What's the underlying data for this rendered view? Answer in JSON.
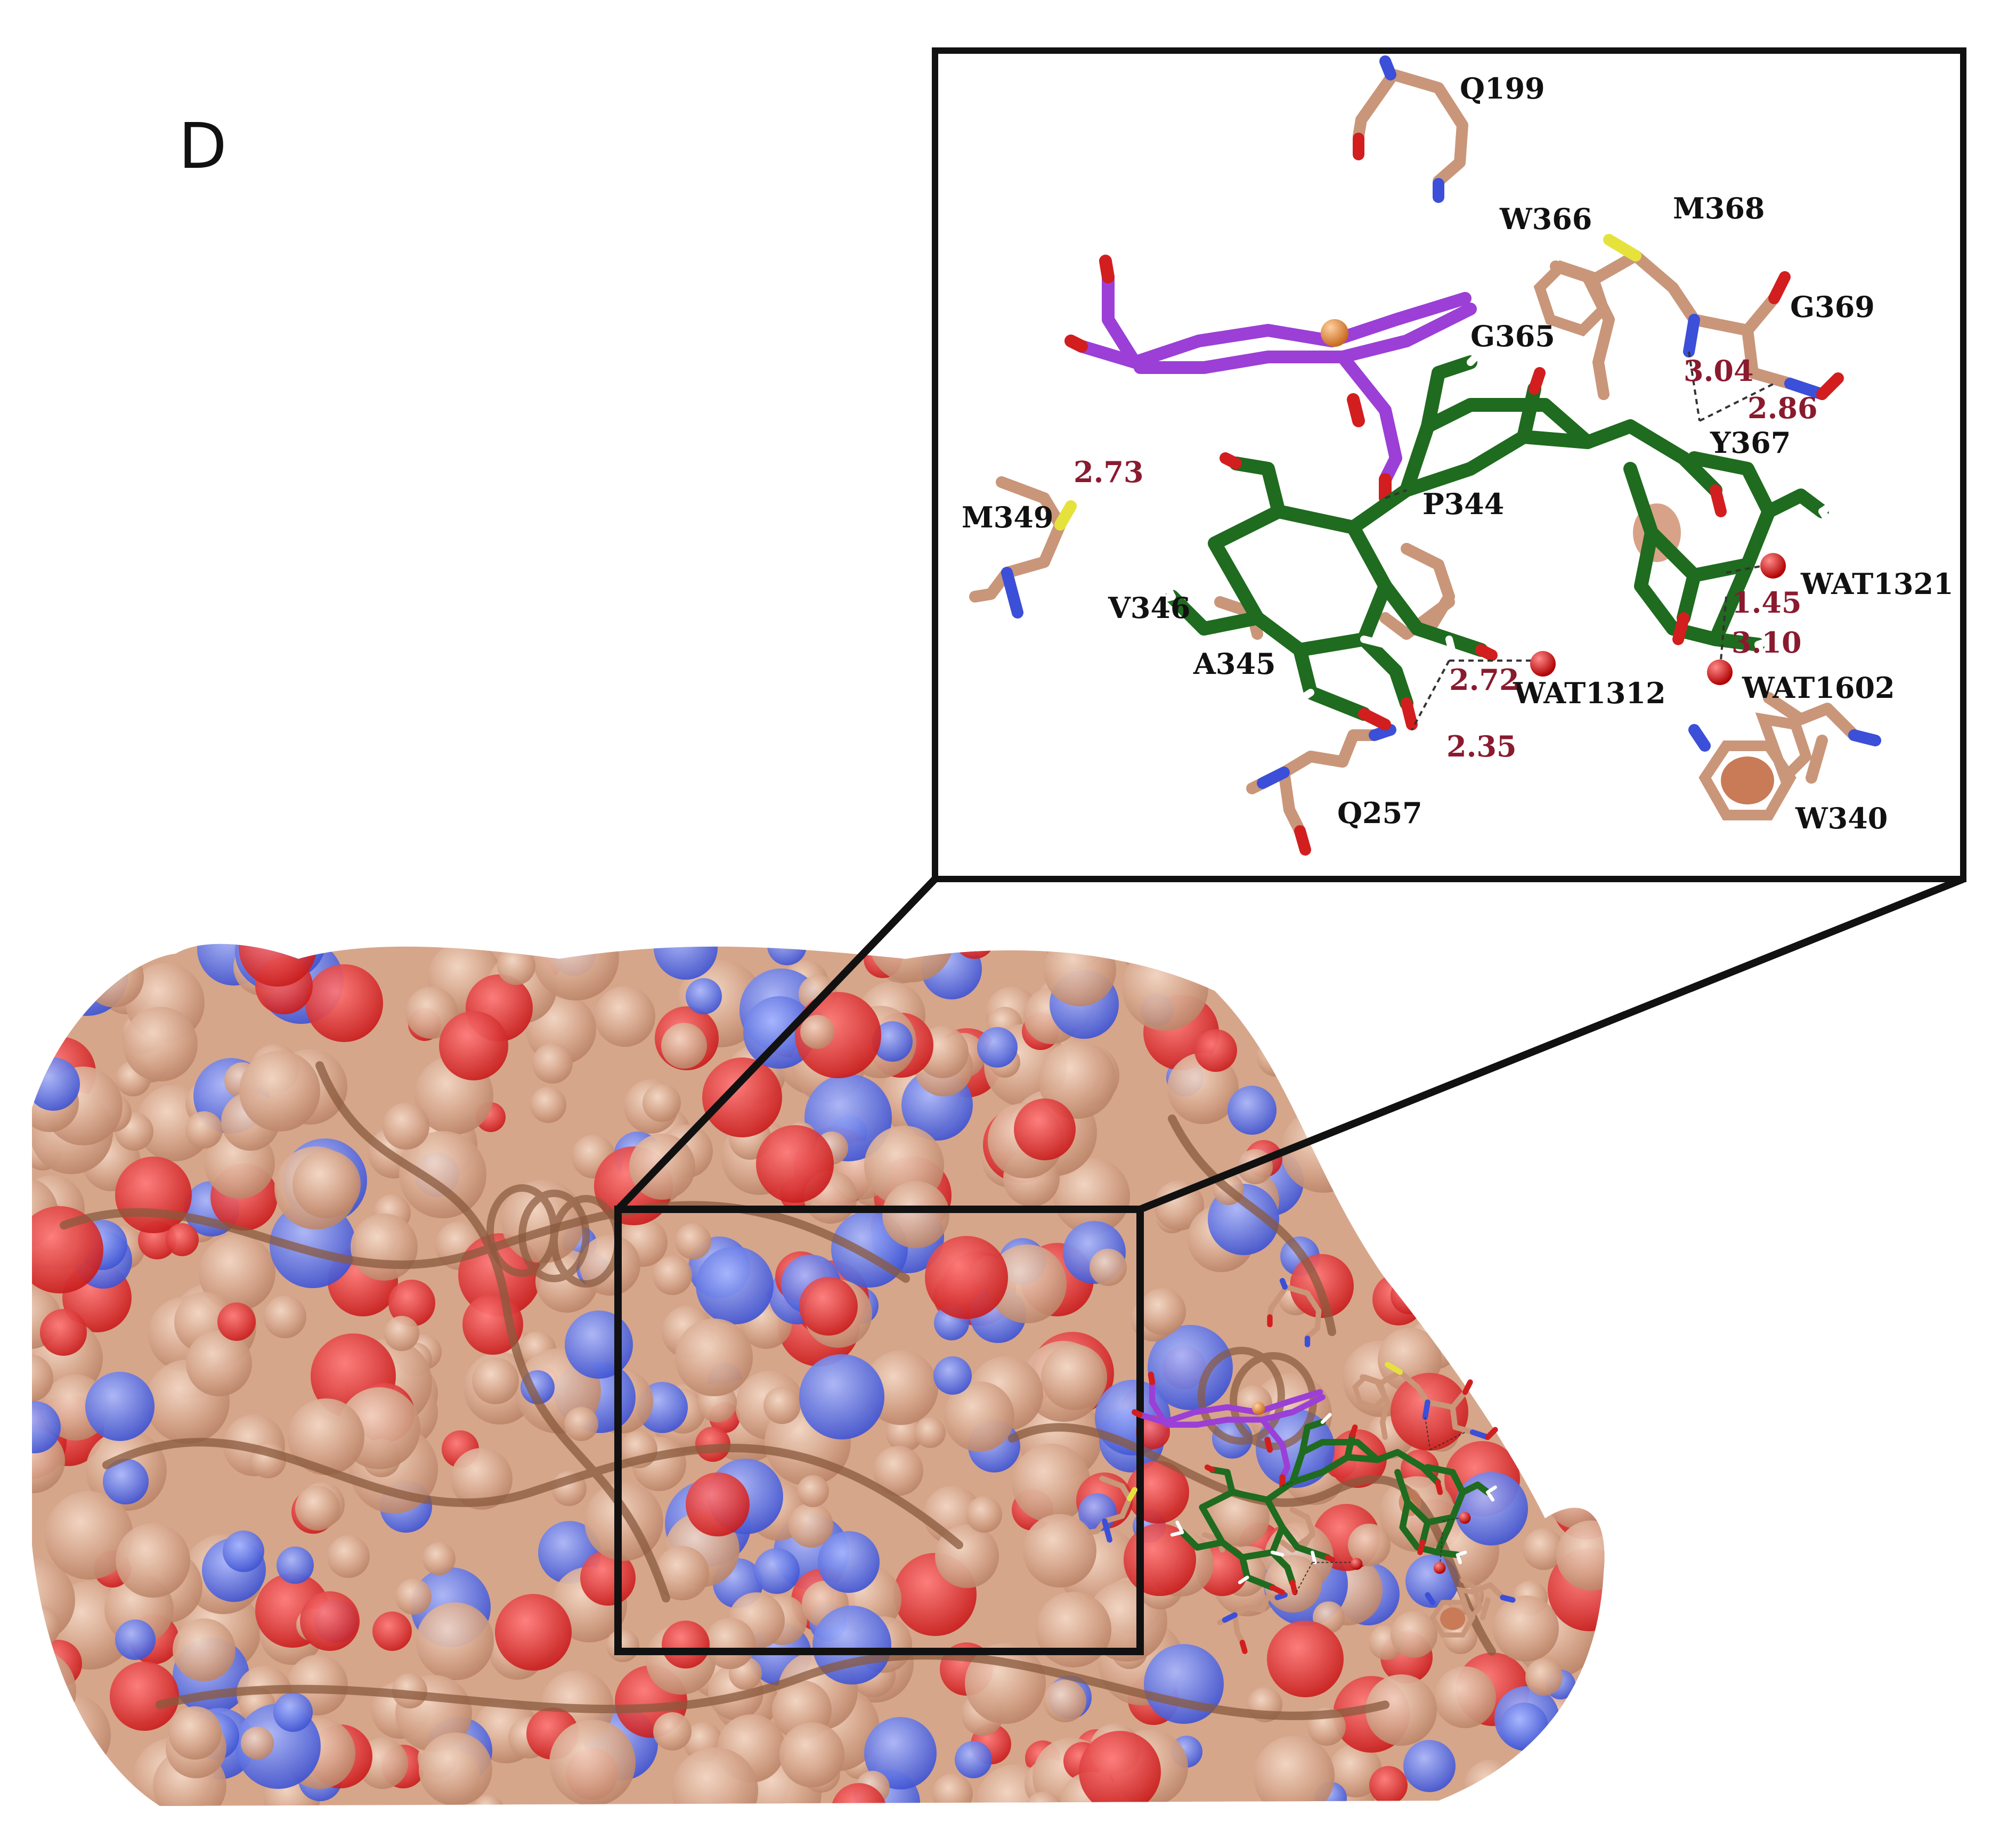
{
  "panel": {
    "label": "D"
  },
  "colors": {
    "ligand": "#1f6b1f",
    "heme": "#9b3fd6",
    "residue_carbon": "#c9967a",
    "nitrogen": "#3b4fd8",
    "oxygen": "#d21e1e",
    "sulfur": "#e6e23c",
    "water": "#cc1111",
    "distance_label": "#8a1a2e",
    "surface": "#d9ad95"
  },
  "residues": [
    {
      "id": "Q199",
      "label": "Q199"
    },
    {
      "id": "W366",
      "label": "W366"
    },
    {
      "id": "M368",
      "label": "M368"
    },
    {
      "id": "G369",
      "label": "G369"
    },
    {
      "id": "G365",
      "label": "G365"
    },
    {
      "id": "Y367",
      "label": "Y367"
    },
    {
      "id": "M349",
      "label": "M349"
    },
    {
      "id": "P344",
      "label": "P344"
    },
    {
      "id": "V346",
      "label": "V346"
    },
    {
      "id": "A345",
      "label": "A345"
    },
    {
      "id": "Q257",
      "label": "Q257"
    },
    {
      "id": "W340",
      "label": "W340"
    }
  ],
  "waters": [
    {
      "id": "WAT1321",
      "label": "WAT1321"
    },
    {
      "id": "WAT1602",
      "label": "WAT1602"
    },
    {
      "id": "WAT1312",
      "label": "WAT1312"
    }
  ],
  "distances": [
    {
      "id": "d1",
      "value": "3.04"
    },
    {
      "id": "d2",
      "value": "2.86"
    },
    {
      "id": "d3",
      "value": "2.73"
    },
    {
      "id": "d4",
      "value": "1.45"
    },
    {
      "id": "d5",
      "value": "3.10"
    },
    {
      "id": "d6",
      "value": "2.72"
    },
    {
      "id": "d7",
      "value": "2.35"
    }
  ]
}
